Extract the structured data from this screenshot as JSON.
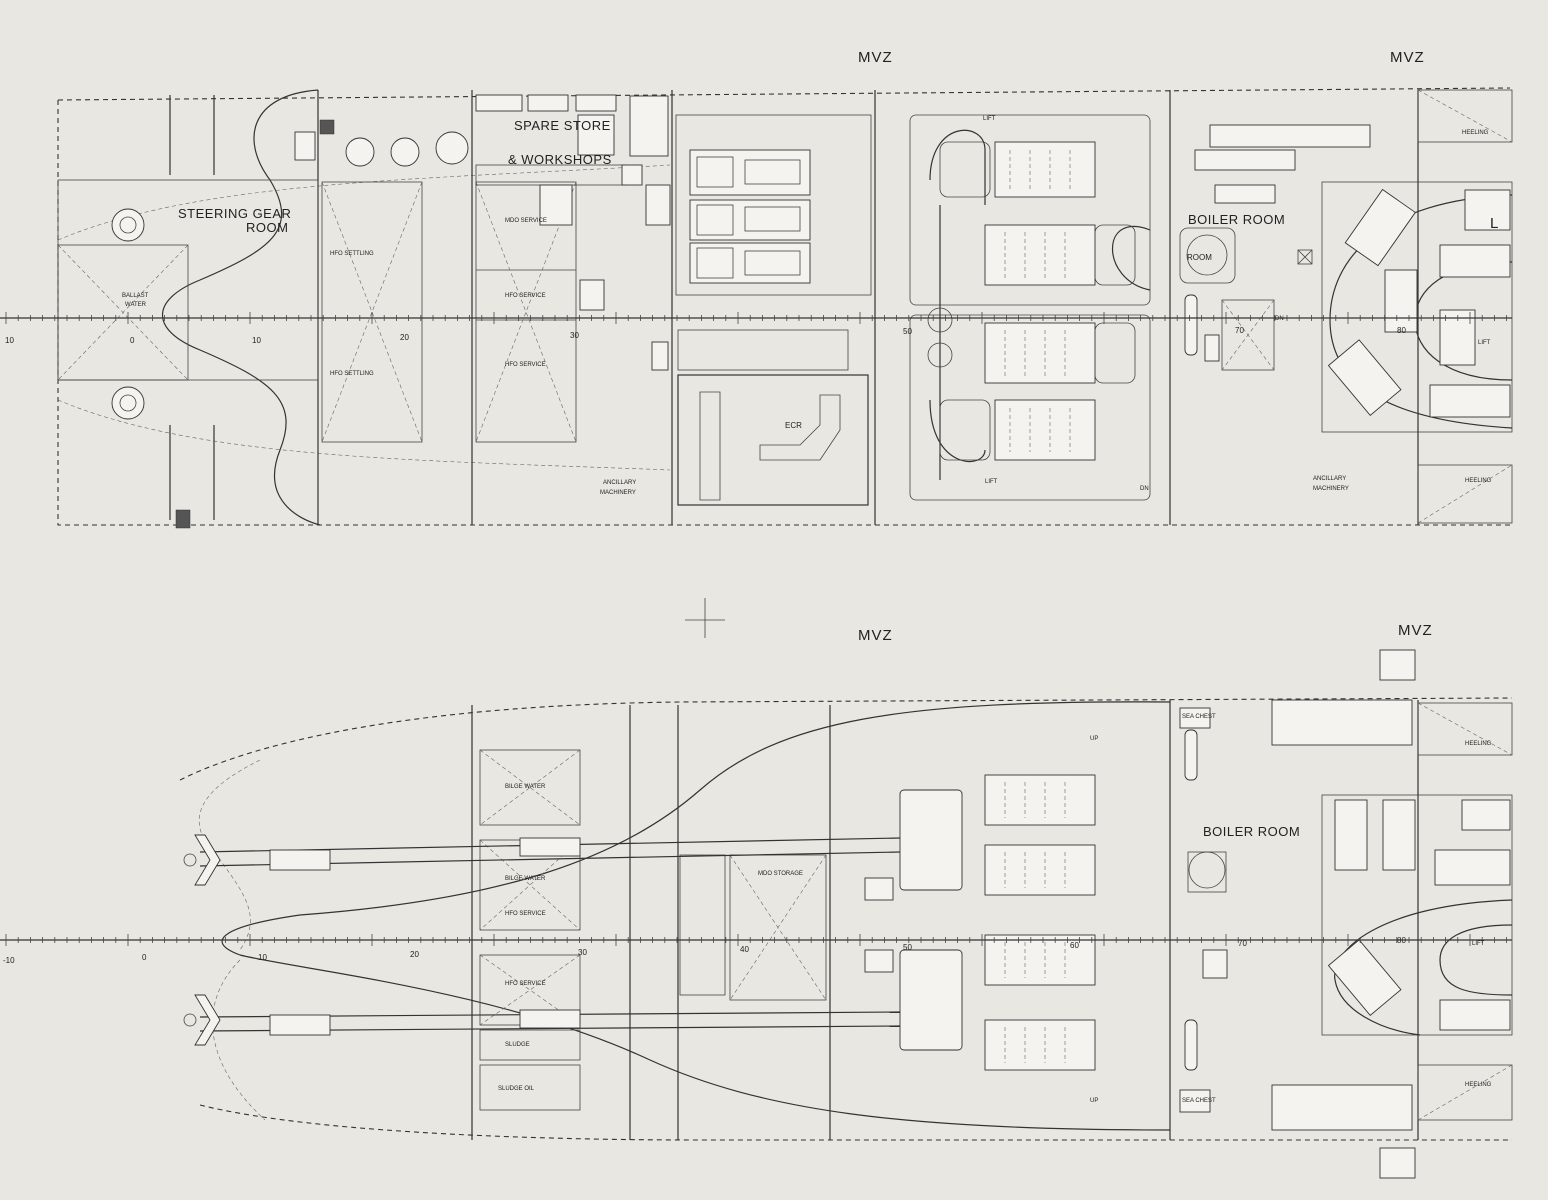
{
  "labels": {
    "mvz": "MVZ",
    "steering_gear_room_1": "STEERING GEAR",
    "steering_gear_room_2": "ROOM",
    "spare_store_1": "SPARE STORE",
    "spare_store_2": "& WORKSHOPS",
    "boiler_room": "BOILER ROOM",
    "ecr": "ECR",
    "ancillary_machinery_1": "ANCILLARY",
    "ancillary_machinery_2": "MACHINERY",
    "ballast_water_1": "BALLAST",
    "ballast_water_2": "WATER",
    "mdo_service": "MDO SERVICE",
    "hfo_settling": "HFO SETTLING",
    "hfo_service": "HFO SERVICE",
    "mdo_storage": "MDO STORAGE",
    "bilge_water": "BILGE WATER",
    "sludge": "SLUDGE",
    "sludge_oil": "SLUDGE OIL",
    "heeling": "HEELING",
    "sea_chest": "SEA CHEST",
    "lift": "LIFT",
    "up": "UP",
    "dn": "DN",
    "room": "ROOM",
    "l": "L"
  },
  "frame_scale": {
    "top": [
      "10",
      "0",
      "10",
      "20",
      "30",
      "50",
      "70",
      "80"
    ],
    "bottom": [
      "-10",
      "0",
      "10",
      "20",
      "30",
      "40",
      "50",
      "60",
      "70",
      "80"
    ]
  },
  "colors": {
    "paper": "#e9e7e2",
    "ink": "#2b2b2b"
  }
}
